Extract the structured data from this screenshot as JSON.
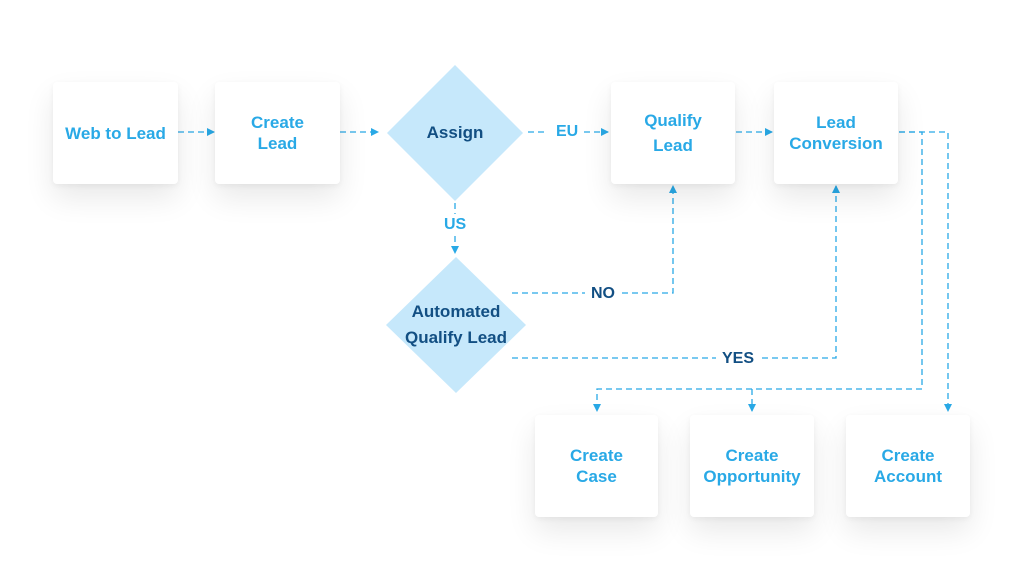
{
  "colors": {
    "box_text": "#29a9e6",
    "diamond_fill": "#c6e8fb",
    "diamond_text": "#124f83",
    "edge_line": "#29a9e6",
    "label_light": "#29a9e6",
    "label_dark": "#124f83"
  },
  "nodes": {
    "web_to_lead": "Web to Lead",
    "create_lead": "Create\nLead",
    "assign": "Assign",
    "qualify_lead": "Qualify\nLead",
    "lead_conversion": "Lead\nConversion",
    "automated_qualify_lead": "Automated\nQualify Lead",
    "create_case": "Create\nCase",
    "create_opportunity": "Create\nOpportunity",
    "create_account": "Create\nAccount"
  },
  "edge_labels": {
    "eu": "EU",
    "us": "US",
    "no": "NO",
    "yes": "YES"
  }
}
